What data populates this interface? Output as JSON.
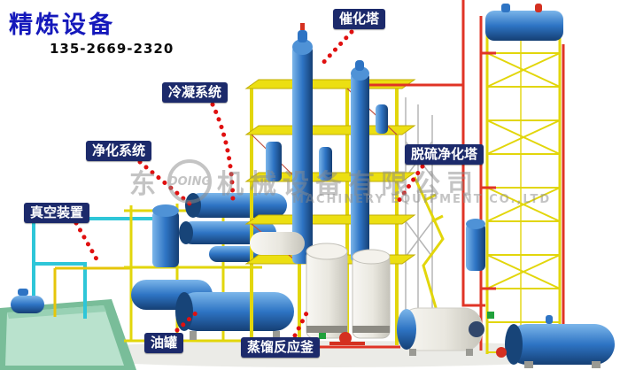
{
  "header": {
    "title": "精炼设备",
    "phone": "135-2669-2320"
  },
  "watermark": {
    "cn_prefix": "东",
    "cn_suffix": "机械设备有限公司",
    "logo_text": "DOING",
    "en": "MACHINERY EQUIPMENT CO.,LTD"
  },
  "labels": {
    "catalytic_tower": "催化塔",
    "condensing_system": "冷凝系统",
    "purification_system": "净化系统",
    "vacuum_device": "真空装置",
    "desulfurization_tower": "脱硫净化塔",
    "oil_tank": "油罐",
    "distillation_kettle": "蒸馏反应釜"
  },
  "colors": {
    "title_blue": "#1418bb",
    "label_bg": "#1c2a6b",
    "label_text": "#ffffff",
    "leader_red": "#e01010",
    "frame_yellow": "#e2d60b",
    "vessel_blue": "#2e74c4",
    "pipe_red": "#e03426",
    "pipe_cyan": "#2ec6d8",
    "pool_green": "#b9e2cd"
  }
}
